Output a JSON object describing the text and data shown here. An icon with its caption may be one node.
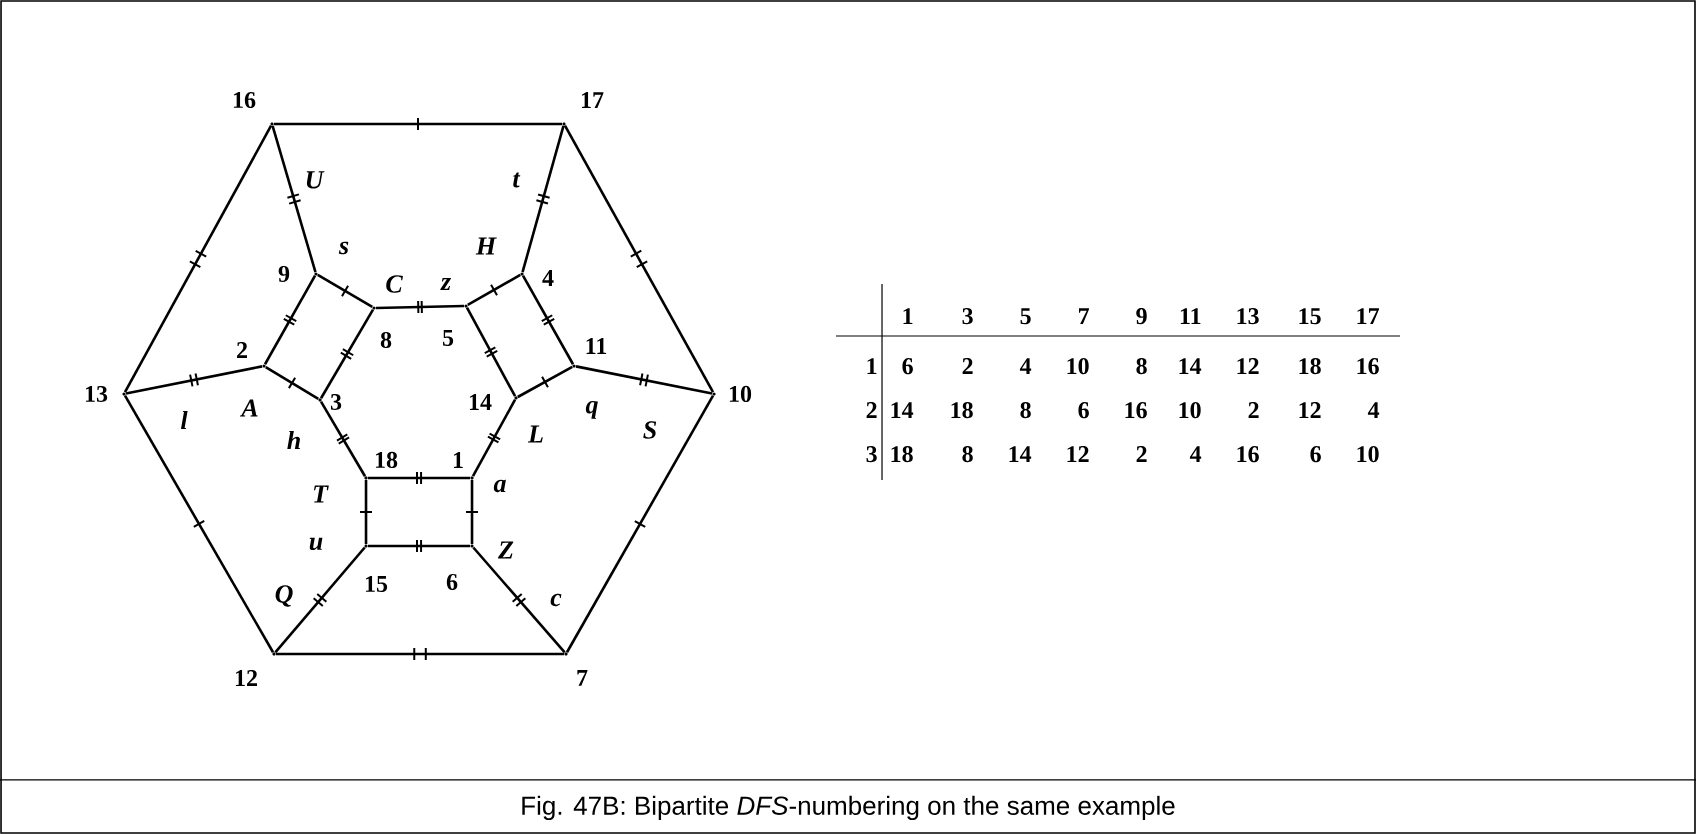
{
  "diagram": {
    "caption": "Fig. 47B: Bipartite *DFS*-numbering on the same example",
    "nodes": [
      {
        "text": [],
        "shape": "point",
        "beside": [
          "16"
        ]
      },
      {
        "text": [],
        "shape": "point",
        "beside": [
          "17"
        ]
      },
      {
        "text": [],
        "shape": "point",
        "beside": [
          "9"
        ]
      },
      {
        "text": [],
        "shape": "point",
        "beside": [
          "8"
        ]
      },
      {
        "text": [],
        "shape": "point",
        "beside": [
          "5"
        ]
      },
      {
        "text": [],
        "shape": "point",
        "beside": [
          "4"
        ]
      },
      {
        "text": [],
        "shape": "point",
        "beside": [
          "13"
        ]
      },
      {
        "text": [],
        "shape": "point",
        "beside": [
          "2"
        ]
      },
      {
        "text": [],
        "shape": "point",
        "beside": [
          "3"
        ]
      },
      {
        "text": [],
        "shape": "point",
        "beside": [
          "14"
        ]
      },
      {
        "text": [],
        "shape": "point",
        "beside": [
          "11"
        ]
      },
      {
        "text": [],
        "shape": "point",
        "beside": [
          "10"
        ]
      },
      {
        "text": [],
        "shape": "point",
        "beside": [
          "18"
        ]
      },
      {
        "text": [],
        "shape": "point",
        "beside": [
          "1"
        ]
      },
      {
        "text": [],
        "shape": "point",
        "beside": [
          "15"
        ]
      },
      {
        "text": [],
        "shape": "point",
        "beside": [
          "6"
        ]
      },
      {
        "text": [],
        "shape": "point",
        "beside": [
          "12"
        ]
      },
      {
        "text": [],
        "shape": "point",
        "beside": [
          "7"
        ]
      }
    ],
    "edges": [
      {
        "from": 0,
        "to": 1,
        "arrow": "none"
      },
      {
        "from": 0,
        "to": 6,
        "arrow": "none"
      },
      {
        "from": 0,
        "to": 2,
        "arrow": "none"
      },
      {
        "from": 1,
        "to": 11,
        "arrow": "none"
      },
      {
        "from": 1,
        "to": 5,
        "arrow": "none"
      },
      {
        "from": 6,
        "to": 7,
        "arrow": "none"
      },
      {
        "from": 6,
        "to": 16,
        "arrow": "none"
      },
      {
        "from": 11,
        "to": 10,
        "arrow": "none"
      },
      {
        "from": 11,
        "to": 17,
        "arrow": "none"
      },
      {
        "from": 16,
        "to": 17,
        "arrow": "none"
      },
      {
        "from": 16,
        "to": 14,
        "arrow": "none"
      },
      {
        "from": 17,
        "to": 15,
        "arrow": "none"
      },
      {
        "from": 2,
        "to": 3,
        "arrow": "none"
      },
      {
        "from": 2,
        "to": 7,
        "arrow": "none"
      },
      {
        "from": 3,
        "to": 4,
        "arrow": "none"
      },
      {
        "from": 3,
        "to": 8,
        "arrow": "none"
      },
      {
        "from": 4,
        "to": 5,
        "arrow": "none"
      },
      {
        "from": 4,
        "to": 9,
        "arrow": "none"
      },
      {
        "from": 5,
        "to": 10,
        "arrow": "none"
      },
      {
        "from": 7,
        "to": 8,
        "arrow": "none"
      },
      {
        "from": 8,
        "to": 12,
        "arrow": "none"
      },
      {
        "from": 9,
        "to": 10,
        "arrow": "none"
      },
      {
        "from": 9,
        "to": 13,
        "arrow": "none"
      },
      {
        "from": 12,
        "to": 13,
        "arrow": "none"
      },
      {
        "from": 12,
        "to": 14,
        "arrow": "none"
      },
      {
        "from": 13,
        "to": 15,
        "arrow": "none"
      },
      {
        "from": 14,
        "to": 15,
        "arrow": "none"
      }
    ],
    "labels": [
      "U",
      "t",
      "s",
      "H",
      "C",
      "z",
      "A",
      "l",
      "q",
      "L",
      "S",
      "h",
      "T",
      "a",
      "u",
      "Z",
      "Q",
      "c",
      "1",
      "3",
      "5",
      "7",
      "9",
      "11",
      "13",
      "15",
      "17",
      "1",
      "6",
      "2",
      "4",
      "10",
      "8",
      "14",
      "12",
      "18",
      "16",
      "2",
      "14",
      "18",
      "8",
      "6",
      "16",
      "10",
      "2",
      "12",
      "4",
      "3",
      "18",
      "8",
      "14",
      "12",
      "2",
      "4",
      "16",
      "6",
      "10"
    ]
  }
}
